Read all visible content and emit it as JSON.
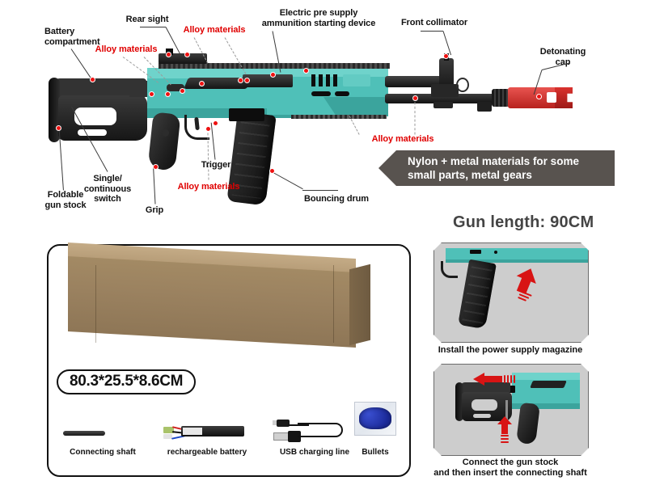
{
  "product": {
    "gun_length": "Gun length: 90CM",
    "material_banner": "Nylon + metal materials for some\nsmall parts, metal gears"
  },
  "callouts": [
    {
      "id": "battery-compartment",
      "text": "Battery\ncompartment",
      "color": "#111111"
    },
    {
      "id": "rear-sight",
      "text": "Rear sight",
      "color": "#111111"
    },
    {
      "id": "alloy-materials-1",
      "text": "Alloy materials",
      "color": "#e00000"
    },
    {
      "id": "alloy-materials-2",
      "text": "Alloy materials",
      "color": "#e00000"
    },
    {
      "id": "electric-pre-supply",
      "text": "Electric pre supply\nammunition starting device",
      "color": "#111111"
    },
    {
      "id": "front-collimator",
      "text": "Front collimator",
      "color": "#111111"
    },
    {
      "id": "detonating-cap",
      "text": "Detonating\ncap",
      "color": "#111111"
    },
    {
      "id": "alloy-materials-3",
      "text": "Alloy materials",
      "color": "#e00000"
    },
    {
      "id": "foldable-gun-stock",
      "text": "Foldable\ngun stock",
      "color": "#111111"
    },
    {
      "id": "single-continuous-switch",
      "text": "Single/\ncontinuous\nswitch",
      "color": "#111111"
    },
    {
      "id": "grip",
      "text": "Grip",
      "color": "#111111"
    },
    {
      "id": "alloy-materials-4",
      "text": "Alloy materials",
      "color": "#e00000"
    },
    {
      "id": "trigger",
      "text": "Trigger",
      "color": "#111111"
    },
    {
      "id": "bouncing-drum",
      "text": "Bouncing drum",
      "color": "#111111"
    }
  ],
  "package": {
    "dimensions": "80.3*25.5*8.6CM",
    "accessories": [
      {
        "id": "connecting-shaft",
        "label": "Connecting shaft"
      },
      {
        "id": "rechargeable-battery",
        "label": "rechargeable battery"
      },
      {
        "id": "usb-charging-line",
        "label": "USB charging line"
      },
      {
        "id": "bullets",
        "label": "Bullets"
      }
    ]
  },
  "steps": [
    {
      "id": "install-magazine",
      "caption": "Install the power supply magazine"
    },
    {
      "id": "connect-stock",
      "caption": "Connect the gun stock\nand then insert the connecting shaft"
    }
  ],
  "colors": {
    "body_teal": "#4fc0b8",
    "black": "#212121",
    "red_accent": "#ee1111",
    "banner_gray": "#58534f",
    "panel_gray": "#cdcdcd",
    "carton": "#9b8260",
    "bullets_blue": "#1b2a9a"
  }
}
